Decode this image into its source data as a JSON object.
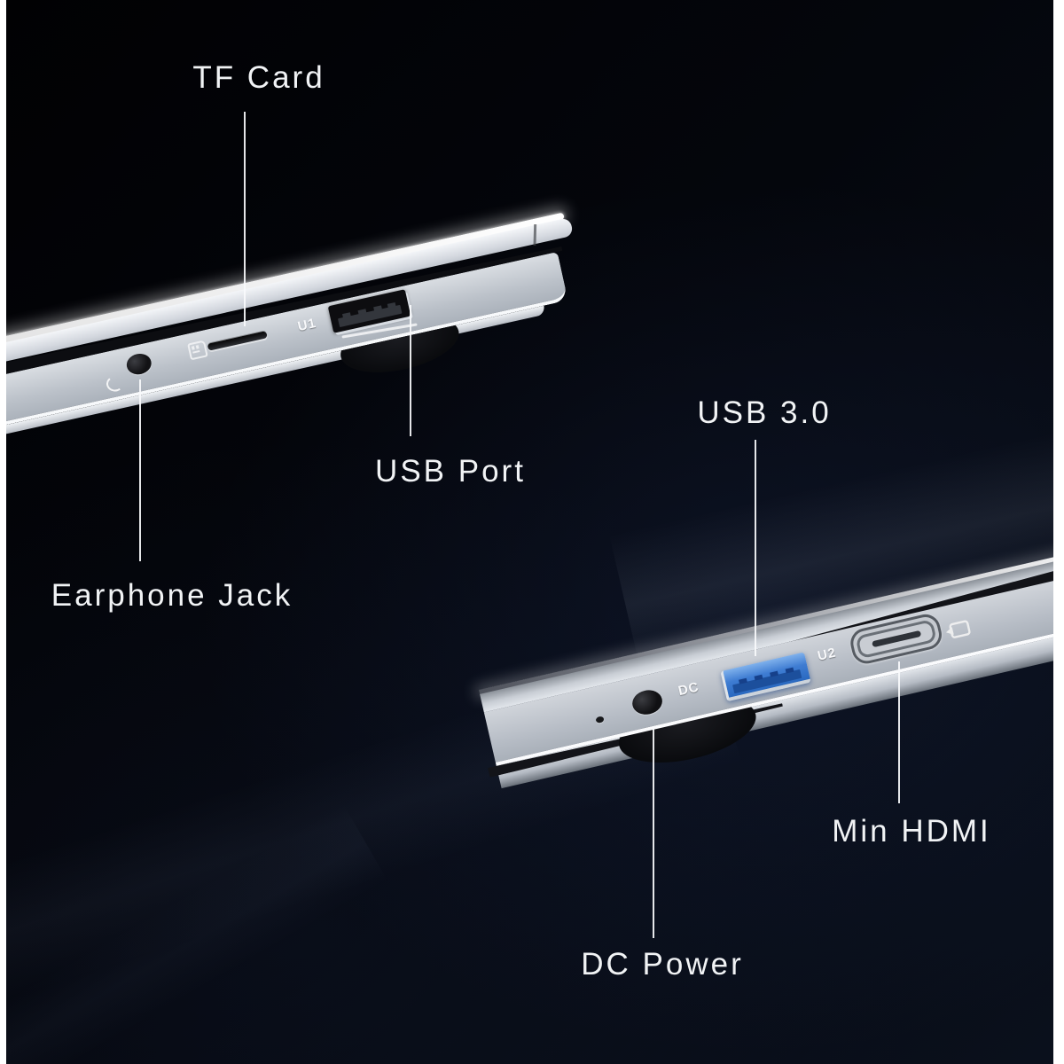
{
  "image": {
    "description": "Annotated product photo of two laptop side edges showing the ports",
    "background_color": "#05070d",
    "page_margin_color": "#ffffff"
  },
  "callouts": {
    "tf_card": {
      "label": "TF Card"
    },
    "usb_port": {
      "label": "USB Port"
    },
    "earphone_jack": {
      "label": "Earphone Jack"
    },
    "usb_3_0": {
      "label": "USB 3.0"
    },
    "min_hdmi": {
      "label": "Min HDMI"
    },
    "dc_power": {
      "label": "DC Power"
    }
  },
  "port_markings": {
    "usb1": "U1",
    "usb2": "U2",
    "dc": "DC"
  },
  "icons": {
    "headphone": "headphone-icon",
    "tf_card": "tf-card-icon",
    "hdmi_display": "hdmi-display-icon"
  },
  "colors": {
    "usb3_blue": "#3573cc",
    "laptop_silver": "#c3c8d0",
    "label_text": "#f1f3f5",
    "callout_line": "#f5f7f9"
  }
}
